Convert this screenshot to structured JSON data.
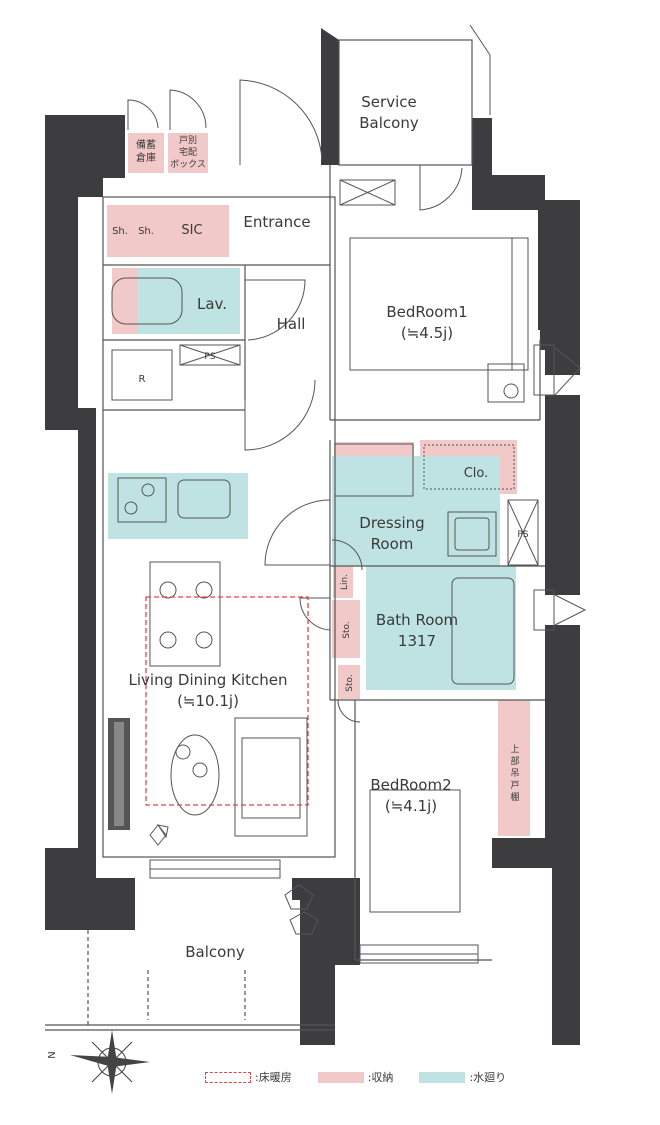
{
  "colors": {
    "wall": "#3d3d3f",
    "line": "#555555",
    "storage": "#f2c9c9",
    "water": "#bfe3e3",
    "floor_heating": "#d9474c"
  },
  "rooms": {
    "service_balcony": [
      "Service",
      "Balcony"
    ],
    "bikou_storage": [
      "備蓄",
      "倉庫"
    ],
    "delivery_box": [
      "戸別",
      "宅配",
      "ボックス"
    ],
    "entrance": "Entrance",
    "sh1": "Sh.",
    "sh2": "Sh.",
    "sic": "SIC",
    "lav": "Lav.",
    "hall": "Hall",
    "bedroom1": [
      "BedRoom1",
      "(≒4.5j)"
    ],
    "ps_top": "PS",
    "refrigerator": "R",
    "closet": "Clo.",
    "dressing": [
      "Dressing",
      "Room"
    ],
    "ps_right": "PS",
    "linen": "Lin.",
    "storage_1": "Sto.",
    "storage_2": "Sto.",
    "bathroom": [
      "Bath Room",
      "1317"
    ],
    "ldk": [
      "Living Dining Kitchen",
      "(≒10.1j)"
    ],
    "upper_storage": [
      "上",
      "部",
      "吊",
      "戸",
      "棚"
    ],
    "bedroom2": [
      "BedRoom2",
      "(≒4.1j)"
    ],
    "balcony": "Balcony"
  },
  "compass": {
    "north": "N"
  },
  "legend": {
    "floor_heating": ":床暖房",
    "storage": ":収納",
    "water": ":水廻り"
  }
}
